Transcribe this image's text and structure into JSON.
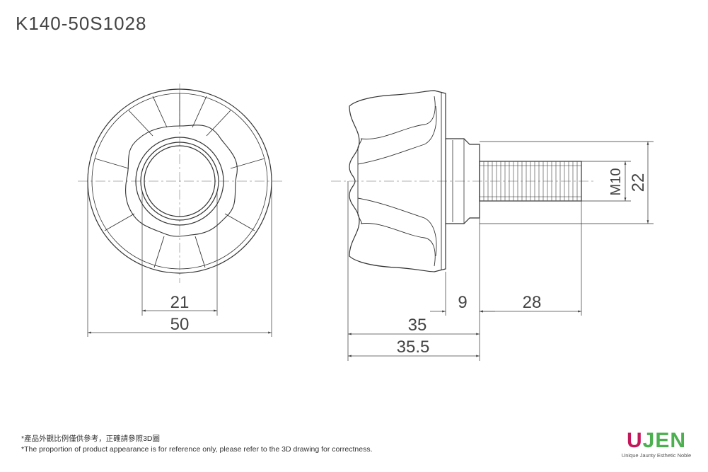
{
  "part_number": "K140-50S1028",
  "dimensions": {
    "front_inner": "21",
    "front_outer": "50",
    "shank_length": "9",
    "thread_length": "28",
    "knob_length": "35",
    "overall_length": "35.5",
    "thread_size": "M10",
    "shank_diameter": "22"
  },
  "notes": {
    "line_zh": "*產品外觀比例僅供參考，正確請參照3D圖",
    "line_en": "*The proportion of product appearance is for reference only, please refer to the 3D drawing for correctness."
  },
  "logo": {
    "letter_u": "U",
    "letters_rest": "JEN",
    "tagline": "Unique Jaunty Esthetic Noble"
  },
  "colors": {
    "line": "#333333",
    "center_line": "#999999",
    "logo_u": "#c2185b",
    "logo_rest": "#4caf50"
  }
}
